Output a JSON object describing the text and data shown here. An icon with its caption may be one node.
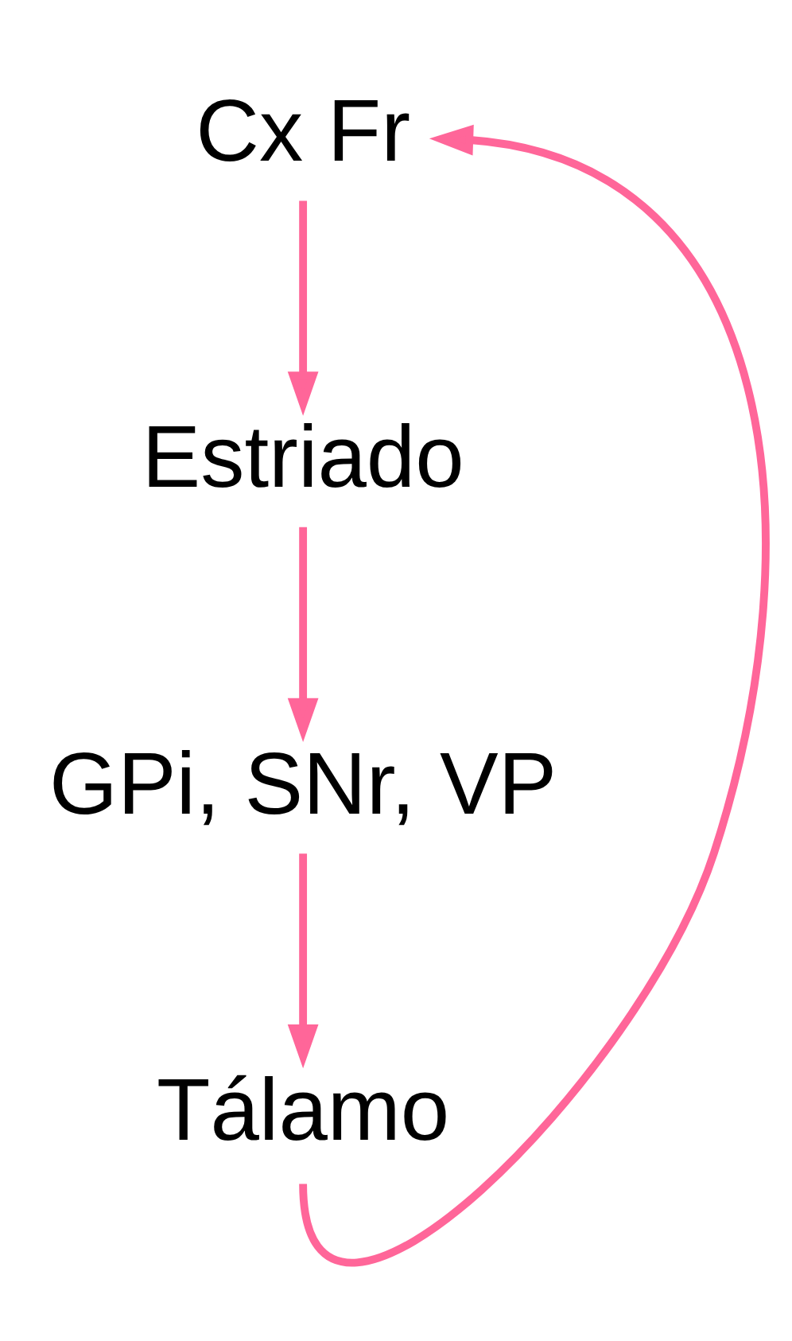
{
  "diagram": {
    "nodes": [
      {
        "text": [
          "Cx Fr"
        ]
      },
      {
        "text": [
          "Estriado"
        ]
      },
      {
        "text": [
          "GPi, SNr, VP"
        ]
      },
      {
        "text": [
          "Tálamo"
        ]
      }
    ],
    "edges": [
      {
        "from": 0,
        "to": 1,
        "arrow": "to"
      },
      {
        "from": 1,
        "to": 2,
        "arrow": "to"
      },
      {
        "from": 2,
        "to": 3,
        "arrow": "to"
      },
      {
        "from": 3,
        "to": 0,
        "arrow": "to"
      }
    ]
  }
}
